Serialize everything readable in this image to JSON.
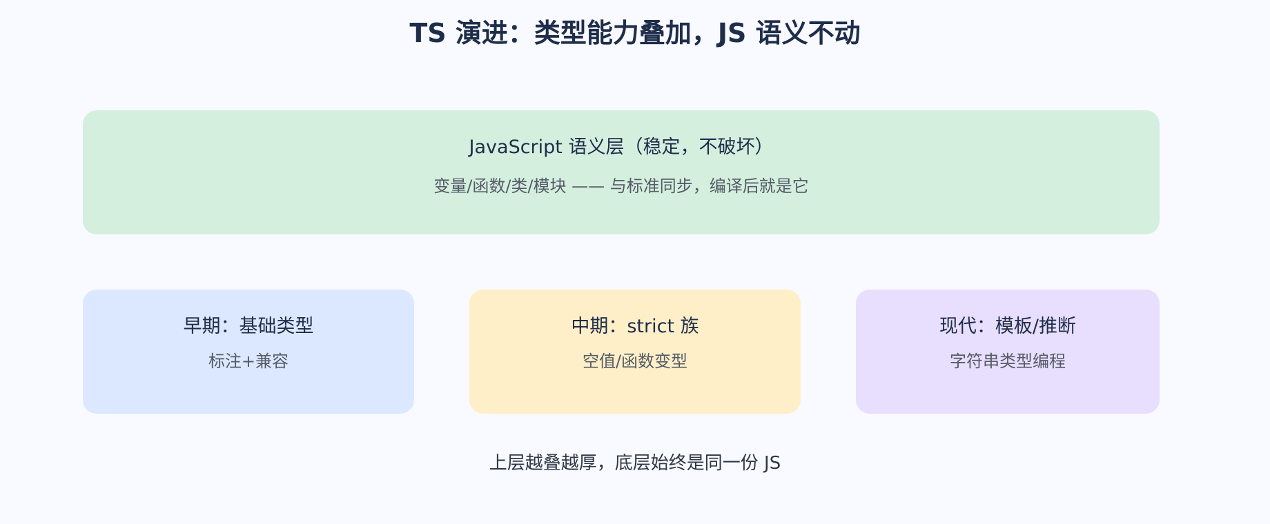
{
  "title": "TS 演进：类型能力叠加，JS 语义不动",
  "js_layer": {
    "heading": "JavaScript 语义层（稳定，不破坏）",
    "description": "变量/函数/类/模块 —— 与标准同步，编译后就是它",
    "color": "#d5efdf"
  },
  "stages": [
    {
      "heading": "早期：基础类型",
      "description": "标注+兼容",
      "color": "#dce8ff"
    },
    {
      "heading": "中期：strict 族",
      "description": "空值/函数变型",
      "color": "#ffefc8"
    },
    {
      "heading": "现代：模板/推断",
      "description": "字符串类型编程",
      "color": "#e8defe"
    }
  ],
  "footer": "上层越叠越厚，底层始终是同一份 JS"
}
